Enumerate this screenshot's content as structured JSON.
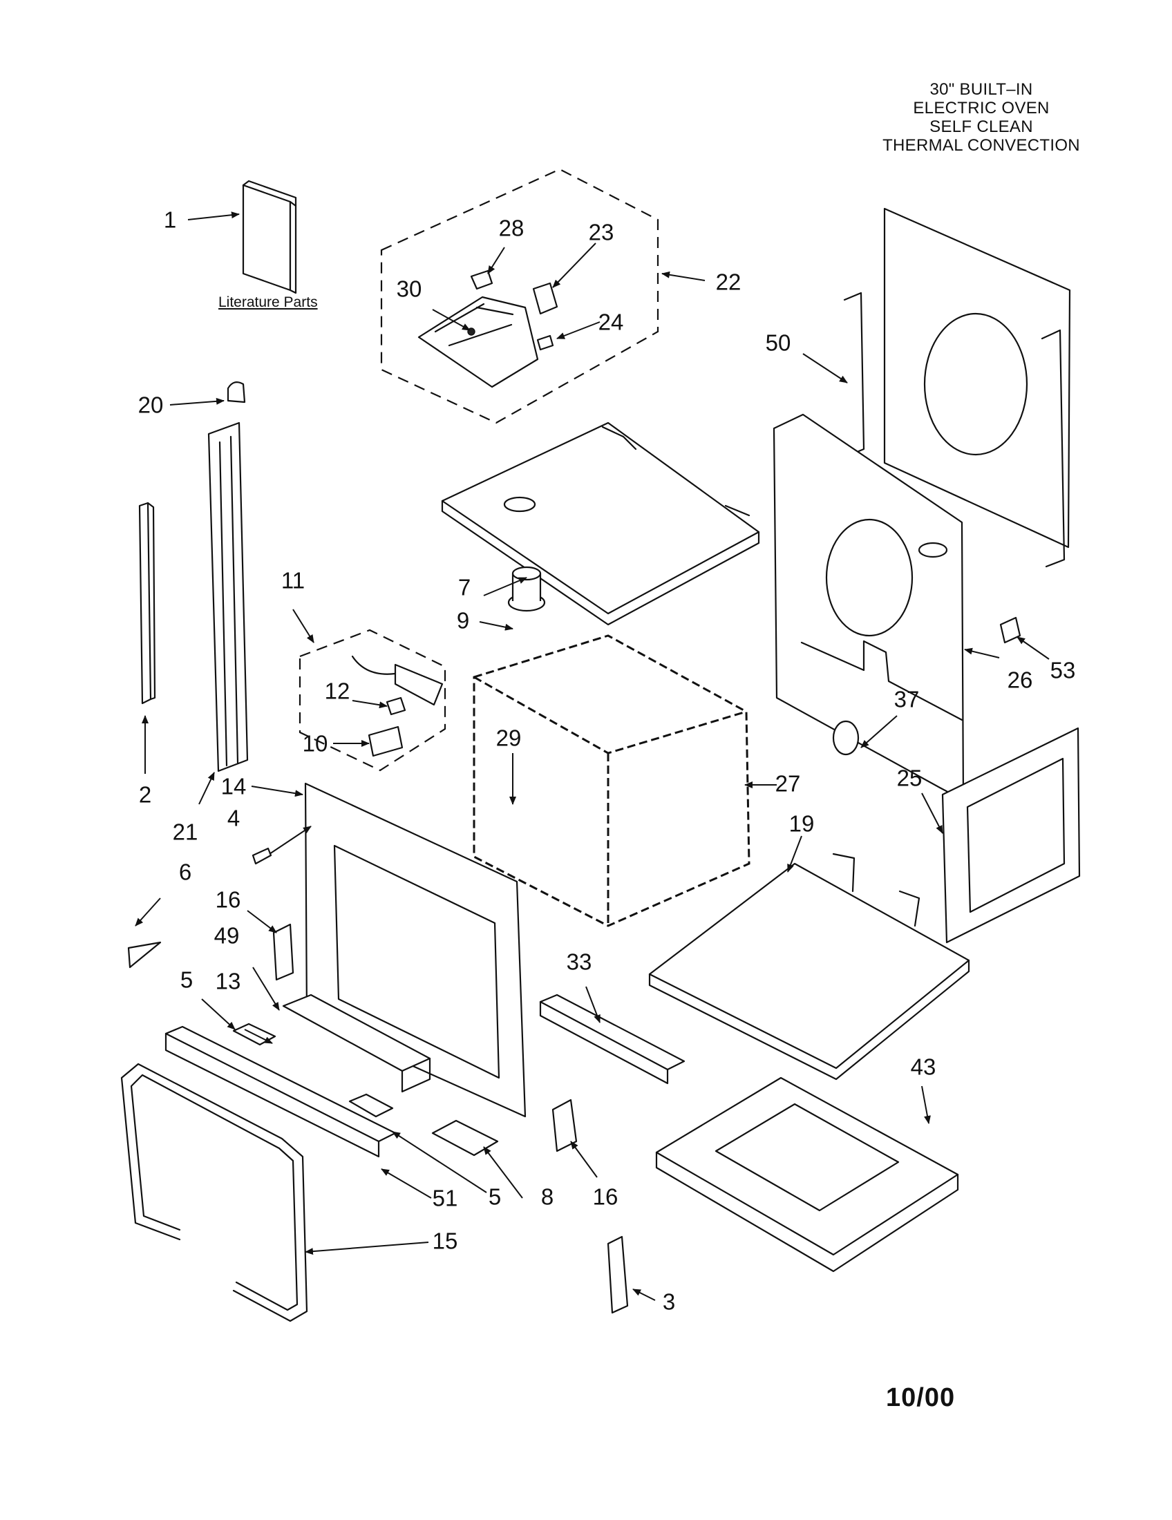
{
  "title_lines": [
    "30\" BUILT–IN",
    "ELECTRIC OVEN",
    "SELF CLEAN",
    "THERMAL CONVECTION"
  ],
  "literature_label": "Literature Parts",
  "date_code": "10/00",
  "callouts": {
    "c1": "1",
    "c2": "2",
    "c3": "3",
    "c4": "4",
    "c5a": "5",
    "c5b": "5",
    "c6": "6",
    "c7": "7",
    "c8": "8",
    "c9": "9",
    "c10": "10",
    "c11": "11",
    "c12": "12",
    "c13": "13",
    "c14": "14",
    "c15": "15",
    "c16a": "16",
    "c16b": "16",
    "c19": "19",
    "c20": "20",
    "c21": "21",
    "c22": "22",
    "c23": "23",
    "c24": "24",
    "c25": "25",
    "c26": "26",
    "c27": "27",
    "c28": "28",
    "c29": "29",
    "c30": "30",
    "c33": "33",
    "c37": "37",
    "c43": "43",
    "c49": "49",
    "c50": "50",
    "c51": "51",
    "c53": "53"
  }
}
